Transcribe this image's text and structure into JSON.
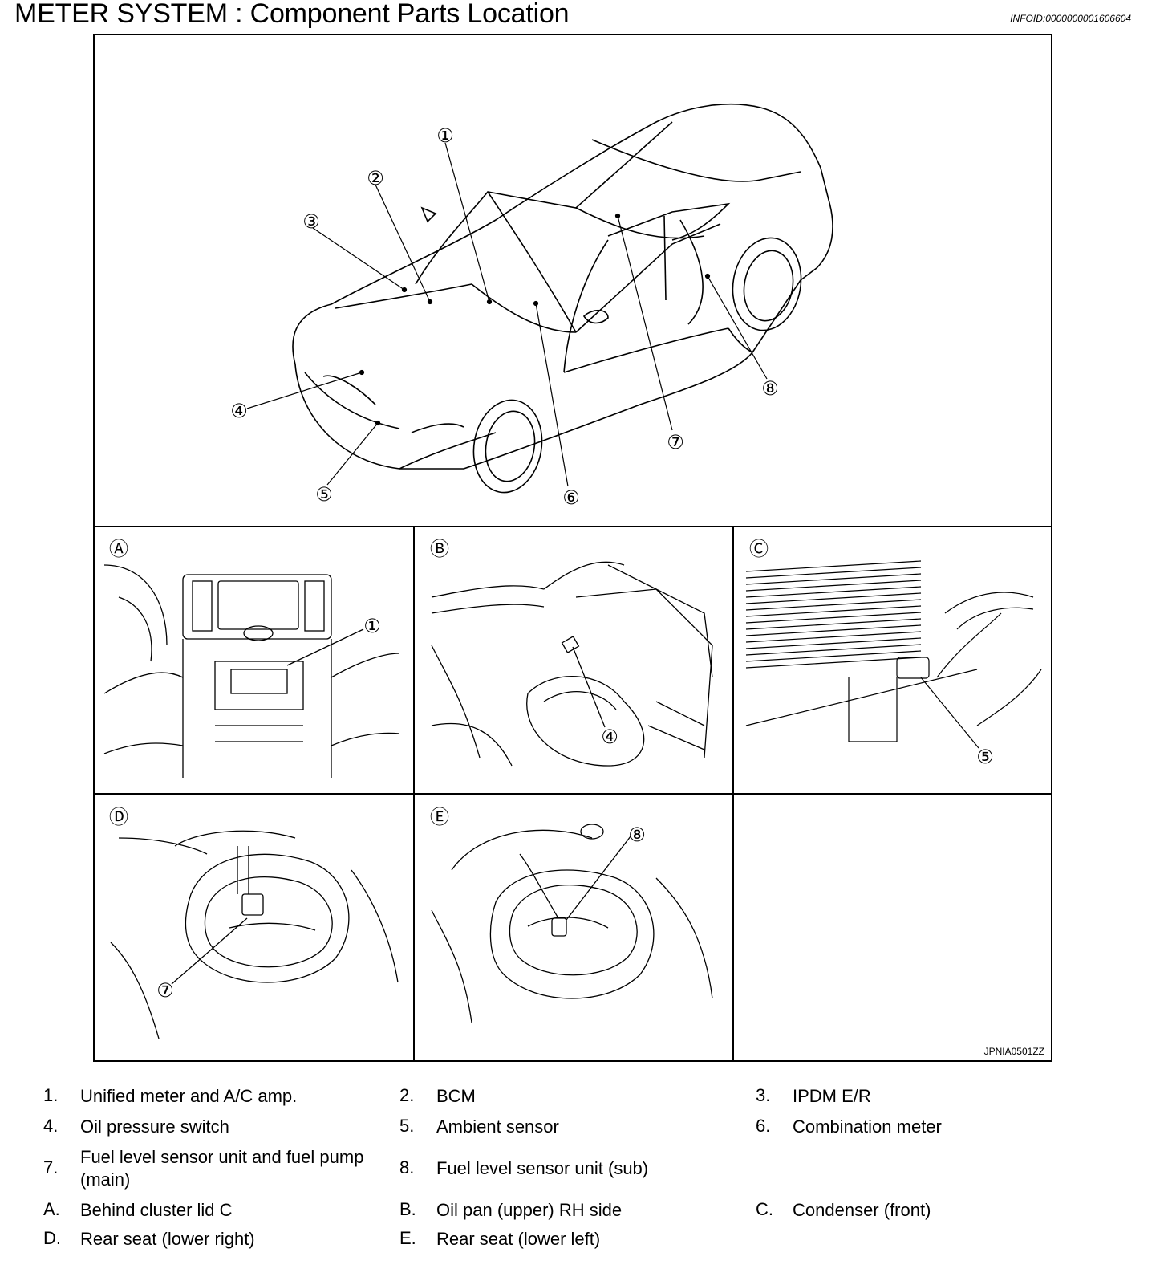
{
  "header": {
    "title": "METER SYSTEM : Component Parts Location",
    "info_id": "INFOID:0000000001606604"
  },
  "figure": {
    "code": "JPNIA0501ZZ",
    "callouts": [
      "①",
      "②",
      "③",
      "④",
      "⑤",
      "⑥",
      "⑦",
      "⑧"
    ],
    "panels": [
      "Ⓐ",
      "Ⓑ",
      "Ⓒ",
      "Ⓓ",
      "Ⓔ"
    ]
  },
  "legend": {
    "items": [
      {
        "num": "1.",
        "text": "Unified meter and A/C amp."
      },
      {
        "num": "2.",
        "text": "BCM"
      },
      {
        "num": "3.",
        "text": "IPDM E/R"
      },
      {
        "num": "4.",
        "text": "Oil pressure switch"
      },
      {
        "num": "5.",
        "text": "Ambient sensor"
      },
      {
        "num": "6.",
        "text": "Combination meter"
      },
      {
        "num": "7.",
        "text": "Fuel level sensor unit and fuel pump (main)"
      },
      {
        "num": "8.",
        "text": "Fuel level sensor unit (sub)"
      },
      {
        "num": "A.",
        "text": "Behind cluster lid C"
      },
      {
        "num": "B.",
        "text": "Oil pan (upper) RH side"
      },
      {
        "num": "C.",
        "text": "Condenser (front)"
      },
      {
        "num": "D.",
        "text": "Rear seat (lower right)"
      },
      {
        "num": "E.",
        "text": "Rear seat (lower left)"
      }
    ]
  }
}
